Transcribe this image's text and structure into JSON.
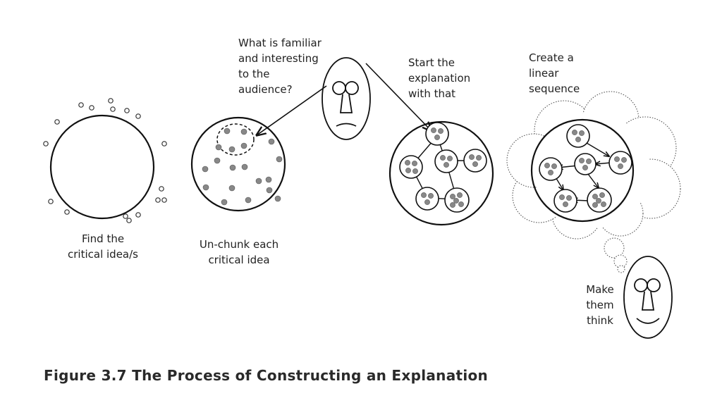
{
  "labels": {
    "find": "Find the\ncritical idea/s",
    "unchunk": "Un-chunk each\ncritical idea",
    "familiar": "What is familiar\nand interesting\nto the\naudience?",
    "start": "Start the\nexplanation\nwith that",
    "linear": "Create a\nlinear\nsequence",
    "think": "Make\nthem\nthink"
  },
  "caption": "Figure 3.7  The Process of Constructing an Explanation"
}
